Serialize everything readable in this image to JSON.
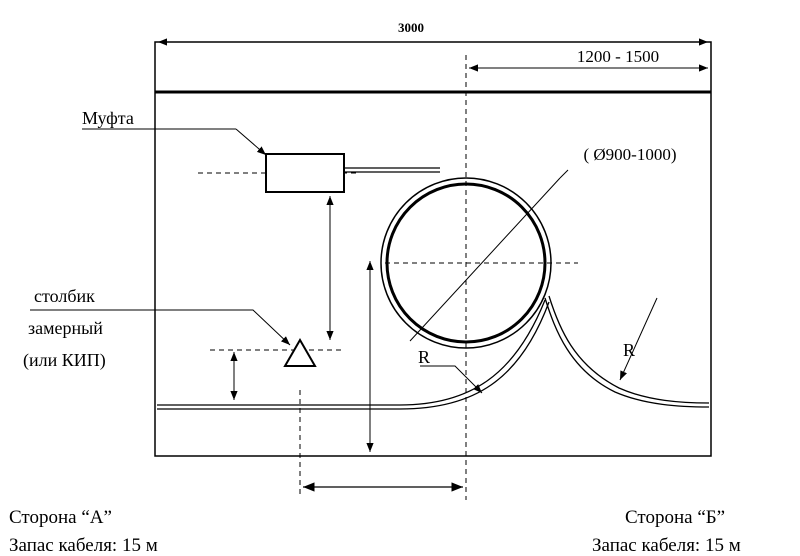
{
  "dimensions": {
    "total_width": "3000",
    "right_span": "1200 - 1500",
    "loop_diameter": "( Ø900-1000)",
    "bend_radius_left": "R",
    "bend_radius_right": "R"
  },
  "labels": {
    "coupling": "Муфта",
    "post_line1": "столбик",
    "post_line2": "замерный",
    "post_line3": "(или КИП)"
  },
  "sides": {
    "a_title": "Сторона “А”",
    "a_reserve": "Запас кабеля: 15 м",
    "b_title": "Сторона “Б”",
    "b_reserve": "Запас кабеля: 15 м"
  }
}
